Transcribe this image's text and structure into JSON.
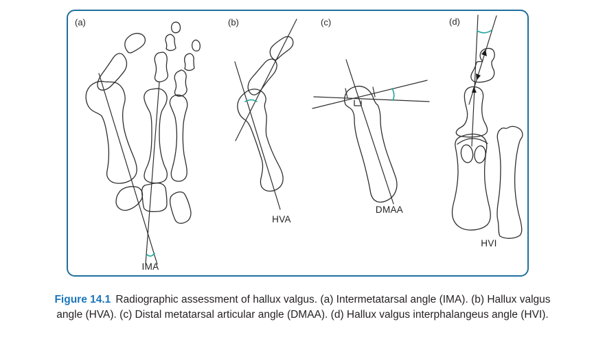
{
  "figure": {
    "panel_labels": {
      "a": "(a)",
      "b": "(b)",
      "c": "(c)",
      "d": "(d)"
    },
    "angle_labels": {
      "ima": "IMA",
      "hva": "HVA",
      "dmaa": "DMAA",
      "hvi": "HVI"
    },
    "caption": {
      "figure_label": "Figure 14.1",
      "line1": "Radiographic assessment of hallux valgus. (a) Intermetatarsal angle (IMA). (b) Hallux valgus",
      "line2": "angle (HVA). (c) Distal metatarsal articular angle (DMAA). (d) Hallux valgus interphalangeus angle (HVI)."
    },
    "colors": {
      "panel_border": "#1E6F9C",
      "figure_label_blue": "#1B75BC",
      "angle_arc_teal": "#1CA69A",
      "line_ink": "#2D2D2D"
    }
  }
}
